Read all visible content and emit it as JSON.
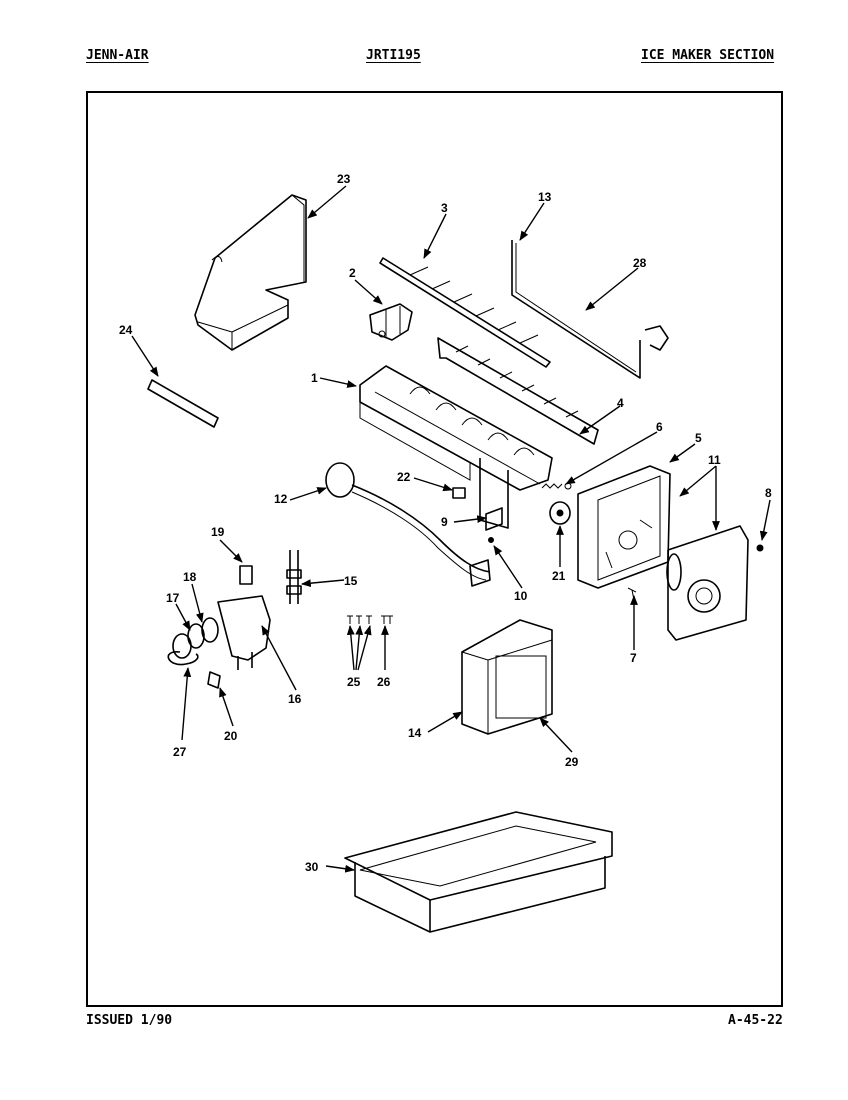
{
  "header": {
    "brand": "JENN-AIR",
    "model": "JRTI195",
    "section": "ICE MAKER SECTION"
  },
  "footer": {
    "issued": "ISSUED 1/90",
    "page_code": "A-45-22"
  },
  "callouts": [
    "1",
    "2",
    "3",
    "4",
    "5",
    "6",
    "7",
    "8",
    "9",
    "10",
    "11",
    "12",
    "13",
    "14",
    "15",
    "16",
    "17",
    "18",
    "19",
    "20",
    "21",
    "22",
    "23",
    "24",
    "25",
    "26",
    "27",
    "28",
    "29",
    "30"
  ],
  "accent_color": "#000000"
}
